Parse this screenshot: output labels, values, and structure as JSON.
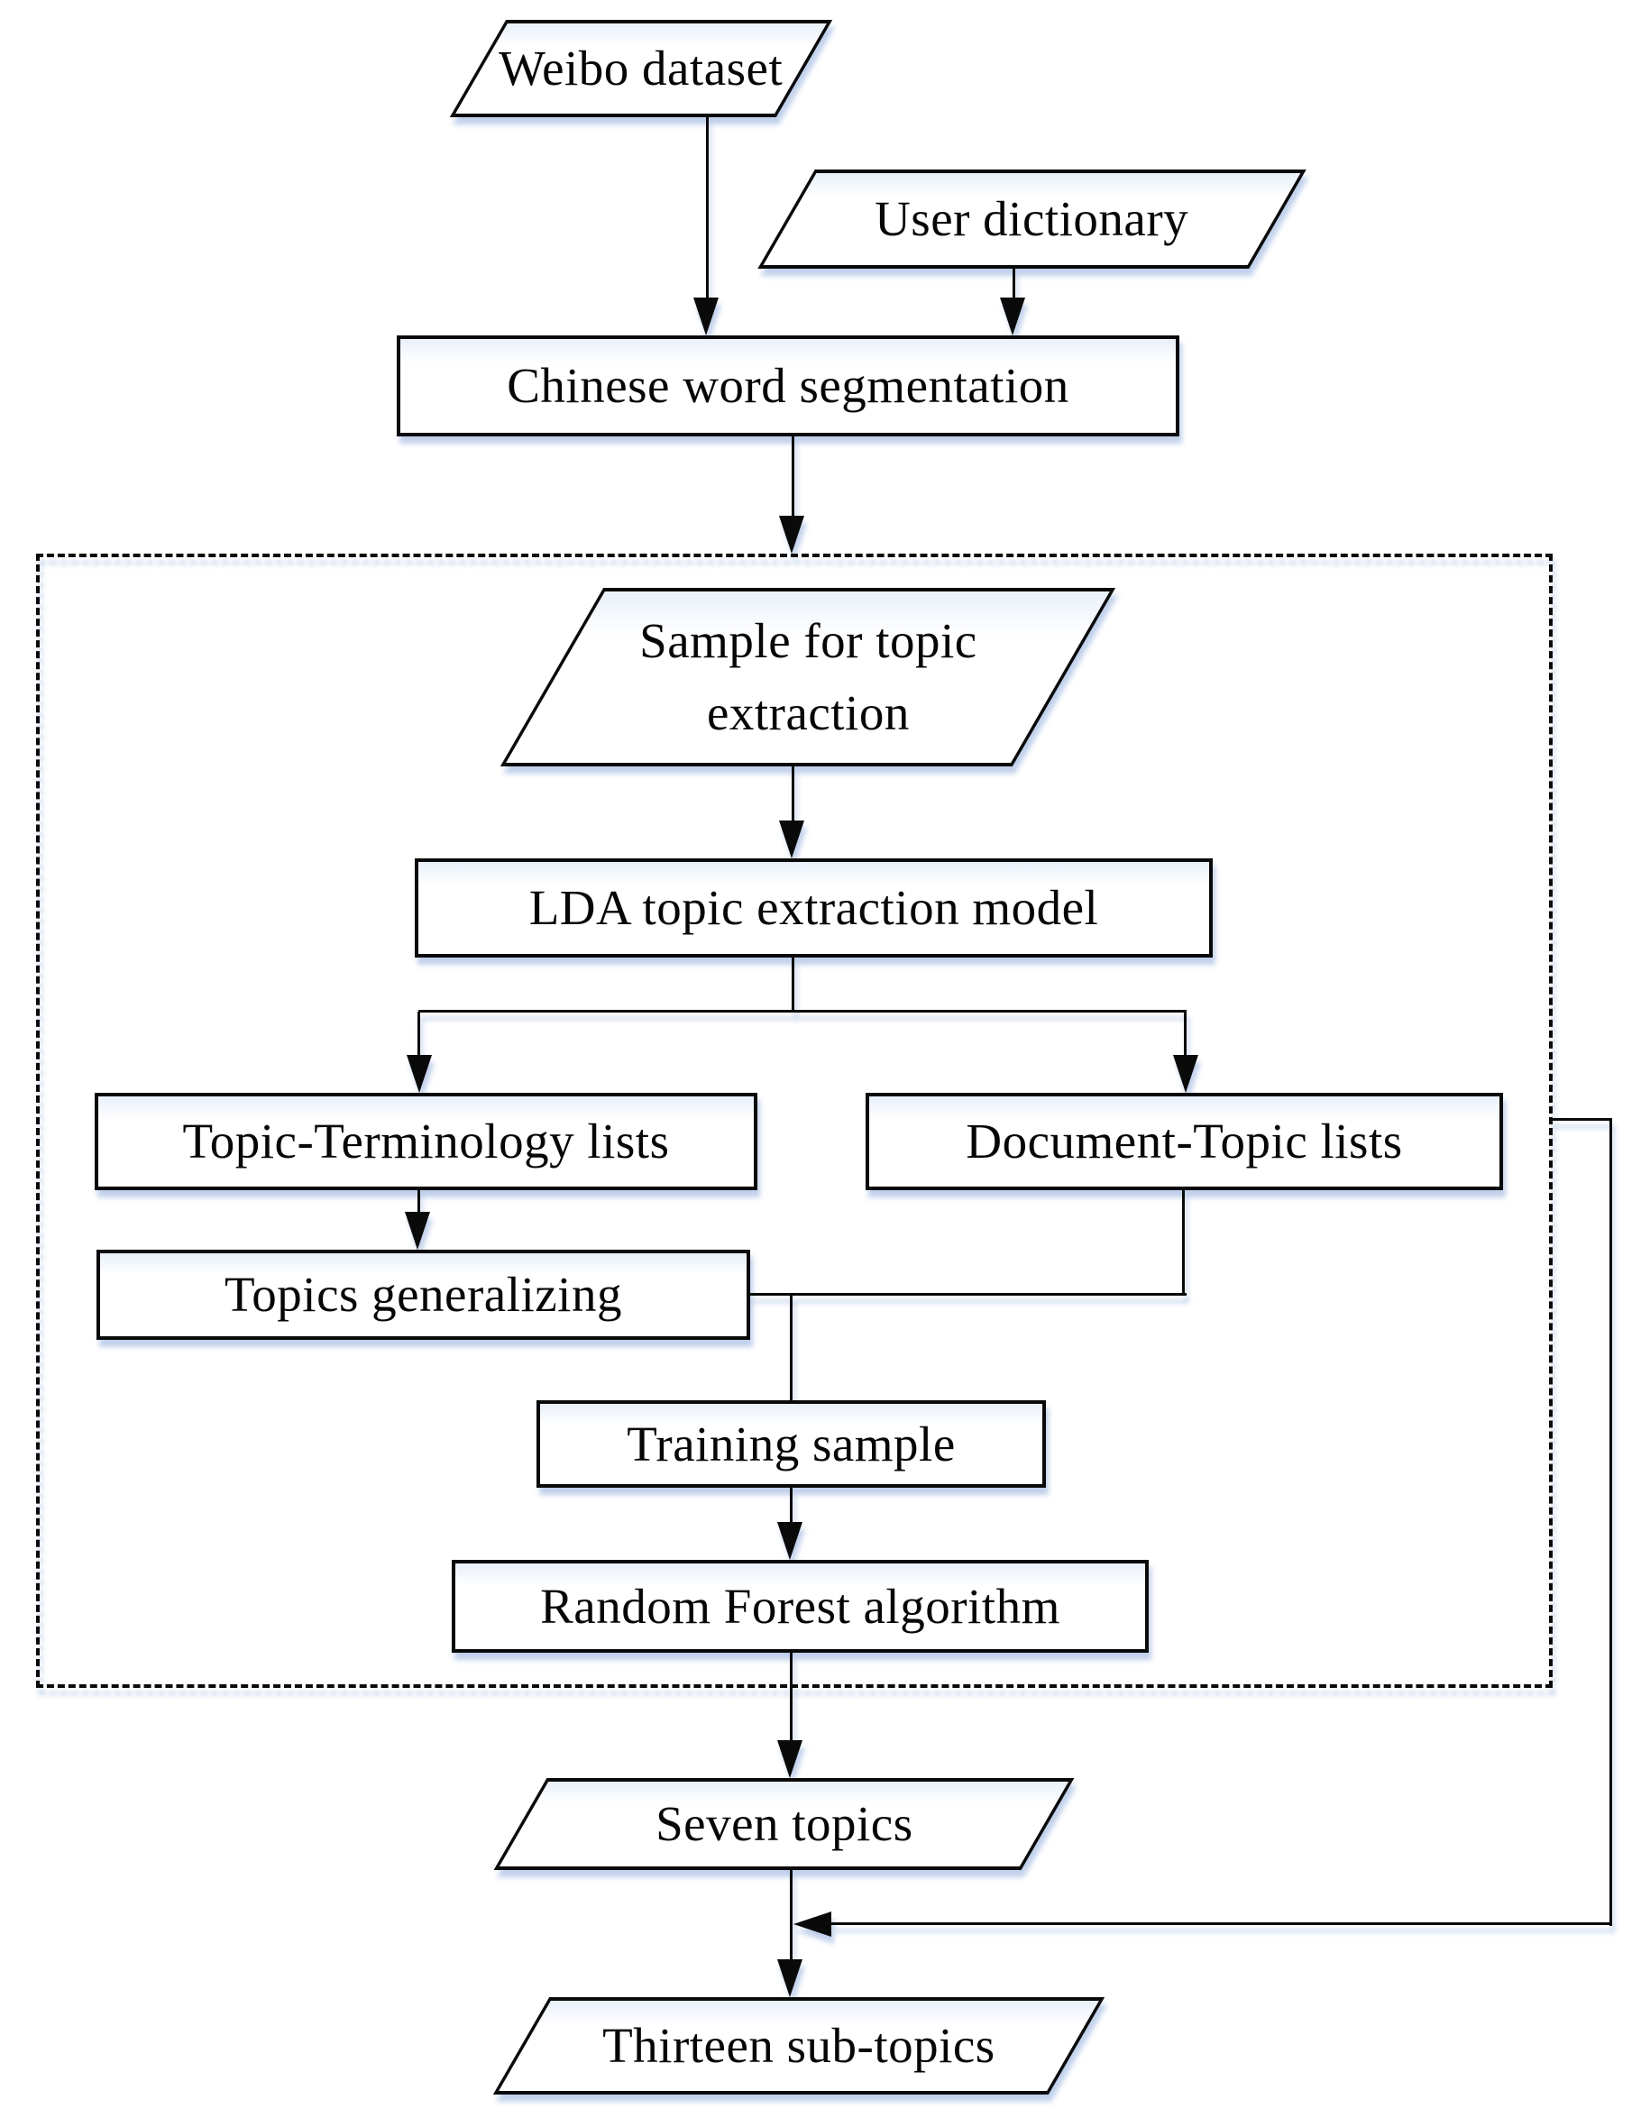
{
  "flowchart": {
    "colors": {
      "stroke": "#0a0a0a",
      "fill": "#ffffff",
      "fill_top_tint": "#e9f0fa",
      "shadow": "#b0c4e6",
      "background": "#ffffff"
    },
    "nodes": [
      {
        "id": "weibo_dataset",
        "shape": "parallelogram",
        "label": "Weibo dataset"
      },
      {
        "id": "user_dictionary",
        "shape": "parallelogram",
        "label": "User dictionary"
      },
      {
        "id": "chinese_word_segmentation",
        "shape": "process",
        "label": "Chinese word segmentation"
      },
      {
        "id": "sample_for_topic_extraction",
        "shape": "parallelogram",
        "label": "Sample for topic\nextraction"
      },
      {
        "id": "lda_topic_extraction_model",
        "shape": "process",
        "label": "LDA topic extraction model"
      },
      {
        "id": "topic_terminology_lists",
        "shape": "process",
        "label": "Topic-Terminology lists"
      },
      {
        "id": "document_topic_lists",
        "shape": "process",
        "label": "Document-Topic lists"
      },
      {
        "id": "topics_generalizing",
        "shape": "process",
        "label": "Topics generalizing"
      },
      {
        "id": "training_sample",
        "shape": "process",
        "label": "Training sample"
      },
      {
        "id": "random_forest_algorithm",
        "shape": "process",
        "label": "Random Forest algorithm"
      },
      {
        "id": "seven_topics",
        "shape": "parallelogram",
        "label": "Seven topics"
      },
      {
        "id": "thirteen_sub_topics",
        "shape": "parallelogram",
        "label": "Thirteen sub-topics"
      }
    ],
    "edges": [
      {
        "from": "weibo_dataset",
        "to": "chinese_word_segmentation"
      },
      {
        "from": "user_dictionary",
        "to": "chinese_word_segmentation"
      },
      {
        "from": "chinese_word_segmentation",
        "to": "dashed_module"
      },
      {
        "from": "sample_for_topic_extraction",
        "to": "lda_topic_extraction_model"
      },
      {
        "from": "lda_topic_extraction_model",
        "to": "topic_terminology_lists"
      },
      {
        "from": "lda_topic_extraction_model",
        "to": "document_topic_lists"
      },
      {
        "from": "topic_terminology_lists",
        "to": "topics_generalizing"
      },
      {
        "from": "topics_generalizing",
        "to": "training_sample"
      },
      {
        "from": "document_topic_lists",
        "to": "training_sample"
      },
      {
        "from": "training_sample",
        "to": "random_forest_algorithm"
      },
      {
        "from": "random_forest_algorithm",
        "to": "seven_topics"
      },
      {
        "from": "seven_topics",
        "to": "thirteen_sub_topics"
      },
      {
        "from": "dashed_module_right_side",
        "to": "thirteen_sub_topics",
        "note": "bypass connector merging above Thirteen sub-topics"
      }
    ]
  }
}
